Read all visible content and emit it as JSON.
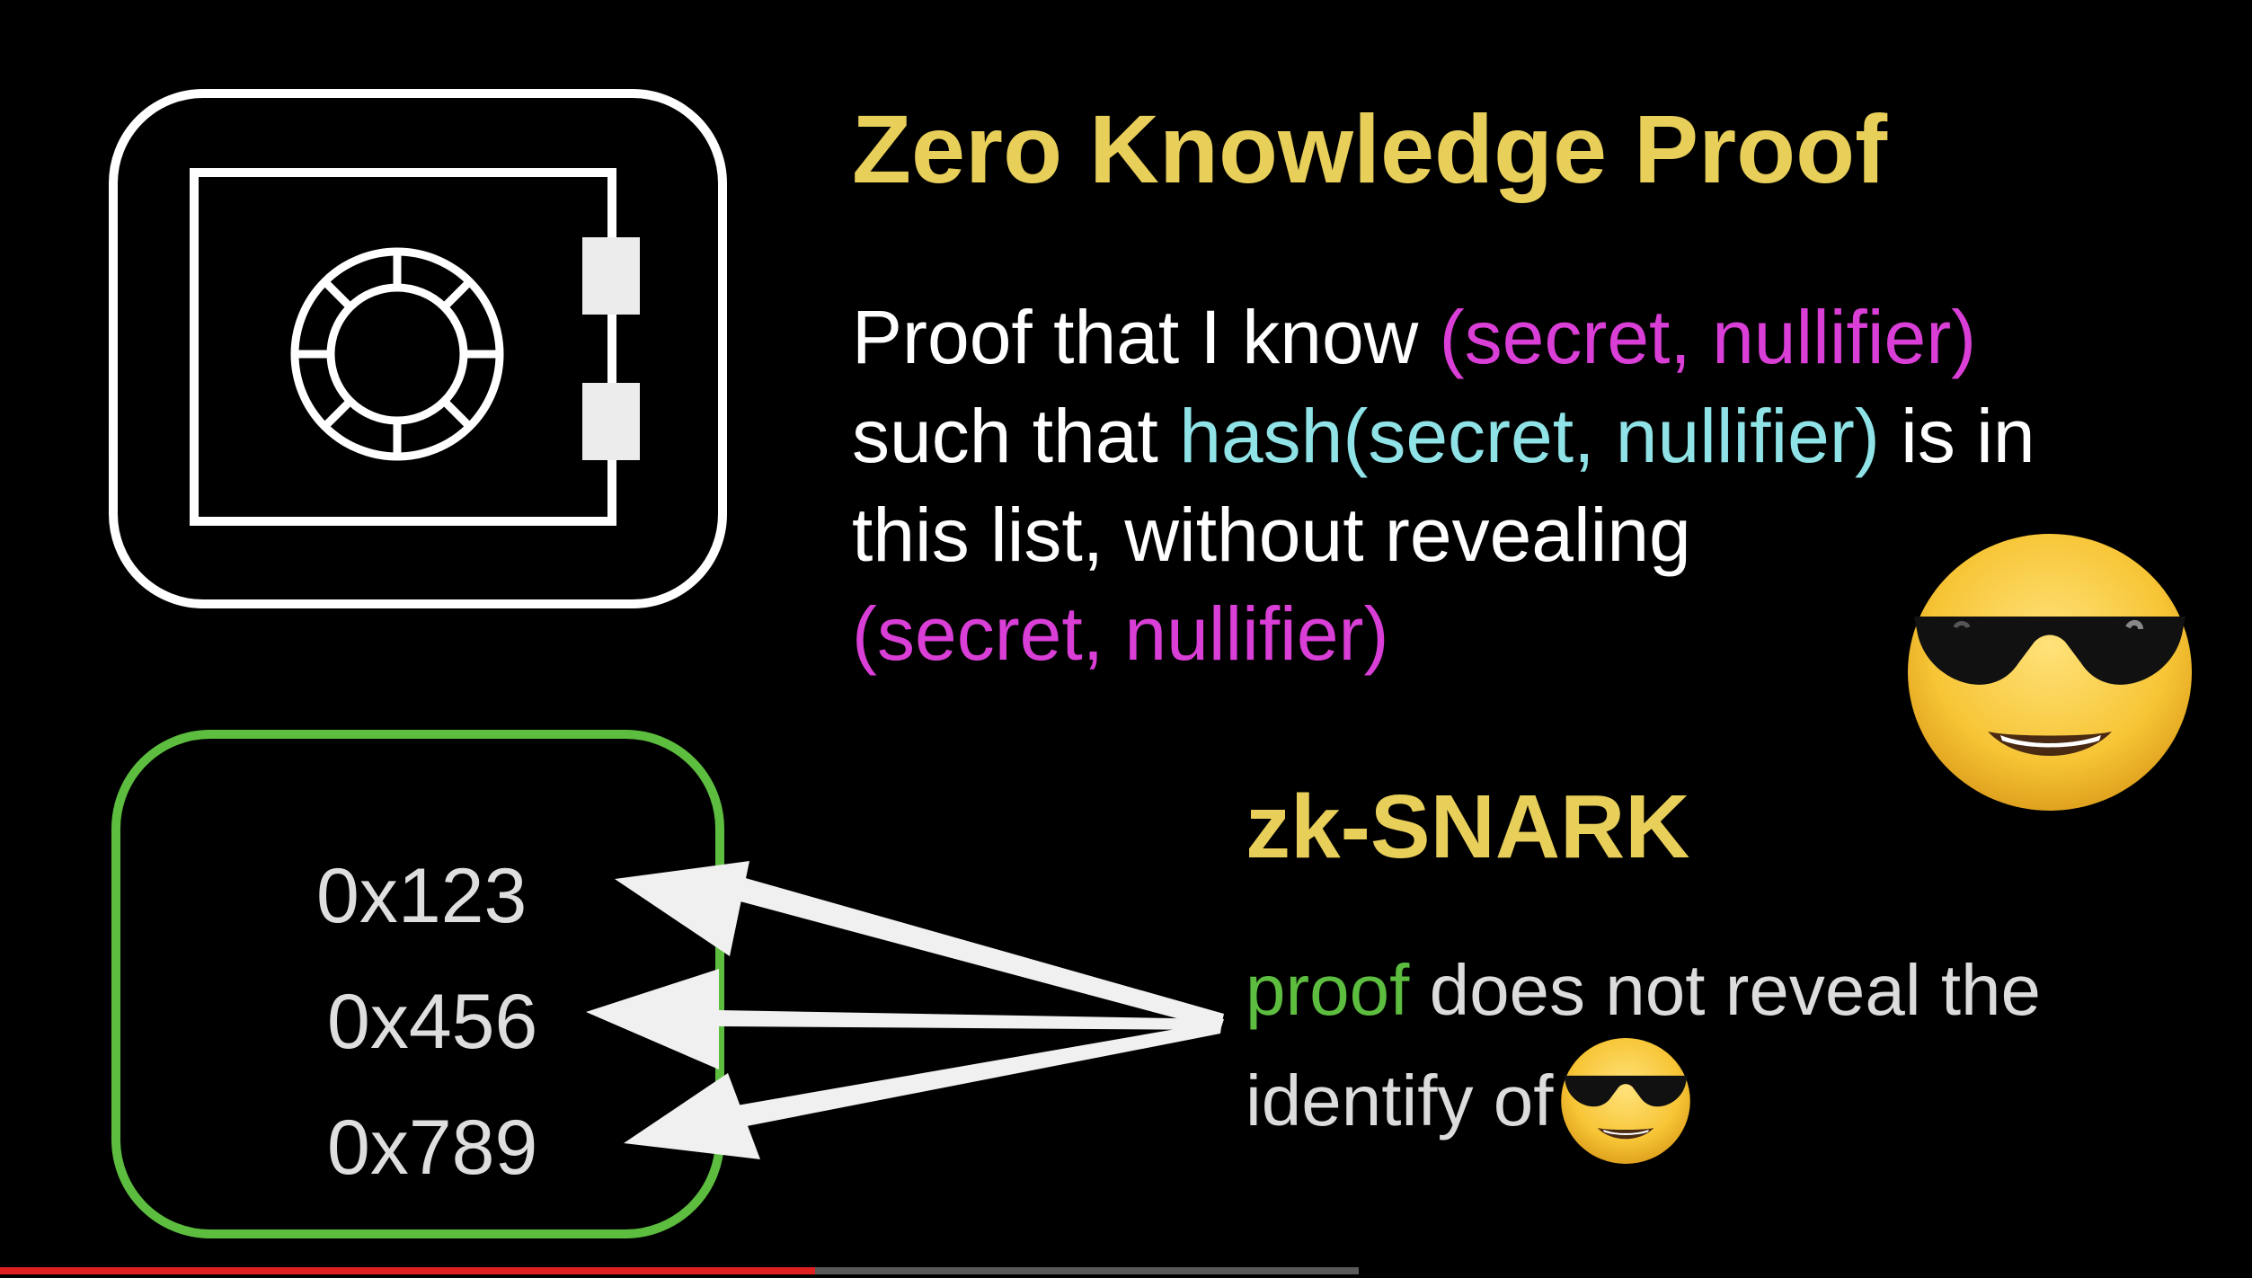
{
  "title": "Zero Knowledge Proof",
  "paragraph": {
    "line1_plain": "Proof that I know ",
    "line1_magenta": "(secret, nullifier)",
    "line2_plain": "such that ",
    "line2_cyan": "hash(secret, nullifier)",
    "line2_tail": " is in",
    "line3": "this list, without revealing",
    "line4_magenta": "(secret, nullifier)"
  },
  "subtitle": "zk-SNARK",
  "zk_text": {
    "green_word": "proof",
    "line1_rest": " does not reveal the",
    "line2": "identify of"
  },
  "hash_list": [
    "0x123",
    "0x456",
    "0x789"
  ],
  "icons": {
    "safe": "safe-icon",
    "emoji": "sunglasses-face-emoji"
  },
  "colors": {
    "background": "#000000",
    "title": "#e8cf5a",
    "magenta": "#d93ed6",
    "cyan": "#8fe2e6",
    "green": "#5cbd3f",
    "progress": "#e02020"
  },
  "video_progress": 0.362
}
